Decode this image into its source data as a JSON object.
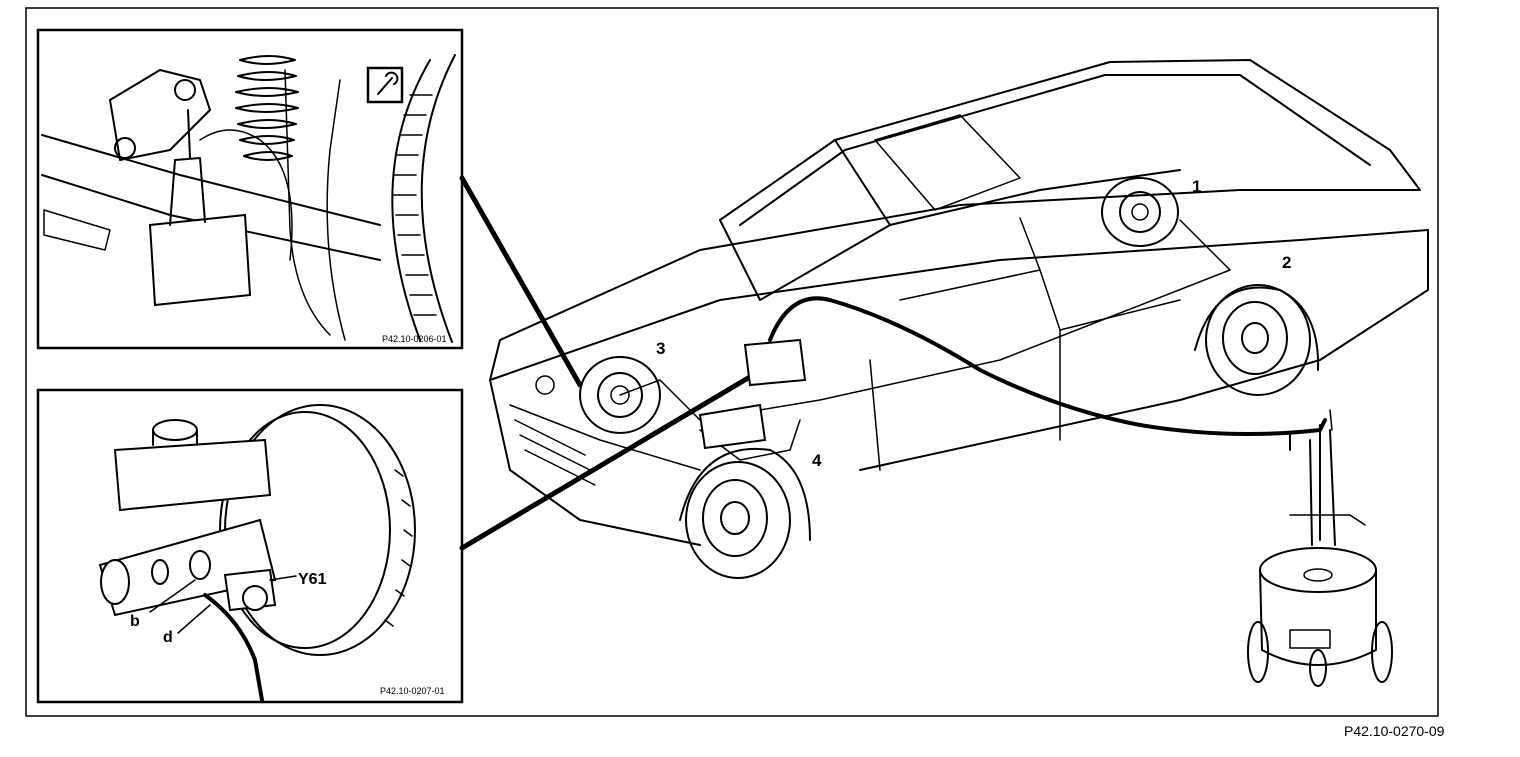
{
  "figure_id": "P42.10-0270-09",
  "callouts": {
    "wheel_1": "1",
    "wheel_2": "2",
    "wheel_3": "3",
    "wheel_4": "4"
  },
  "inset_top": {
    "code": "P42.10-0206-01",
    "symbol_icon": "bleed-screw-wrench-icon"
  },
  "inset_bottom": {
    "code": "P42.10-0207-01",
    "label_y61": "Y61",
    "label_b": "b",
    "label_d": "d"
  }
}
